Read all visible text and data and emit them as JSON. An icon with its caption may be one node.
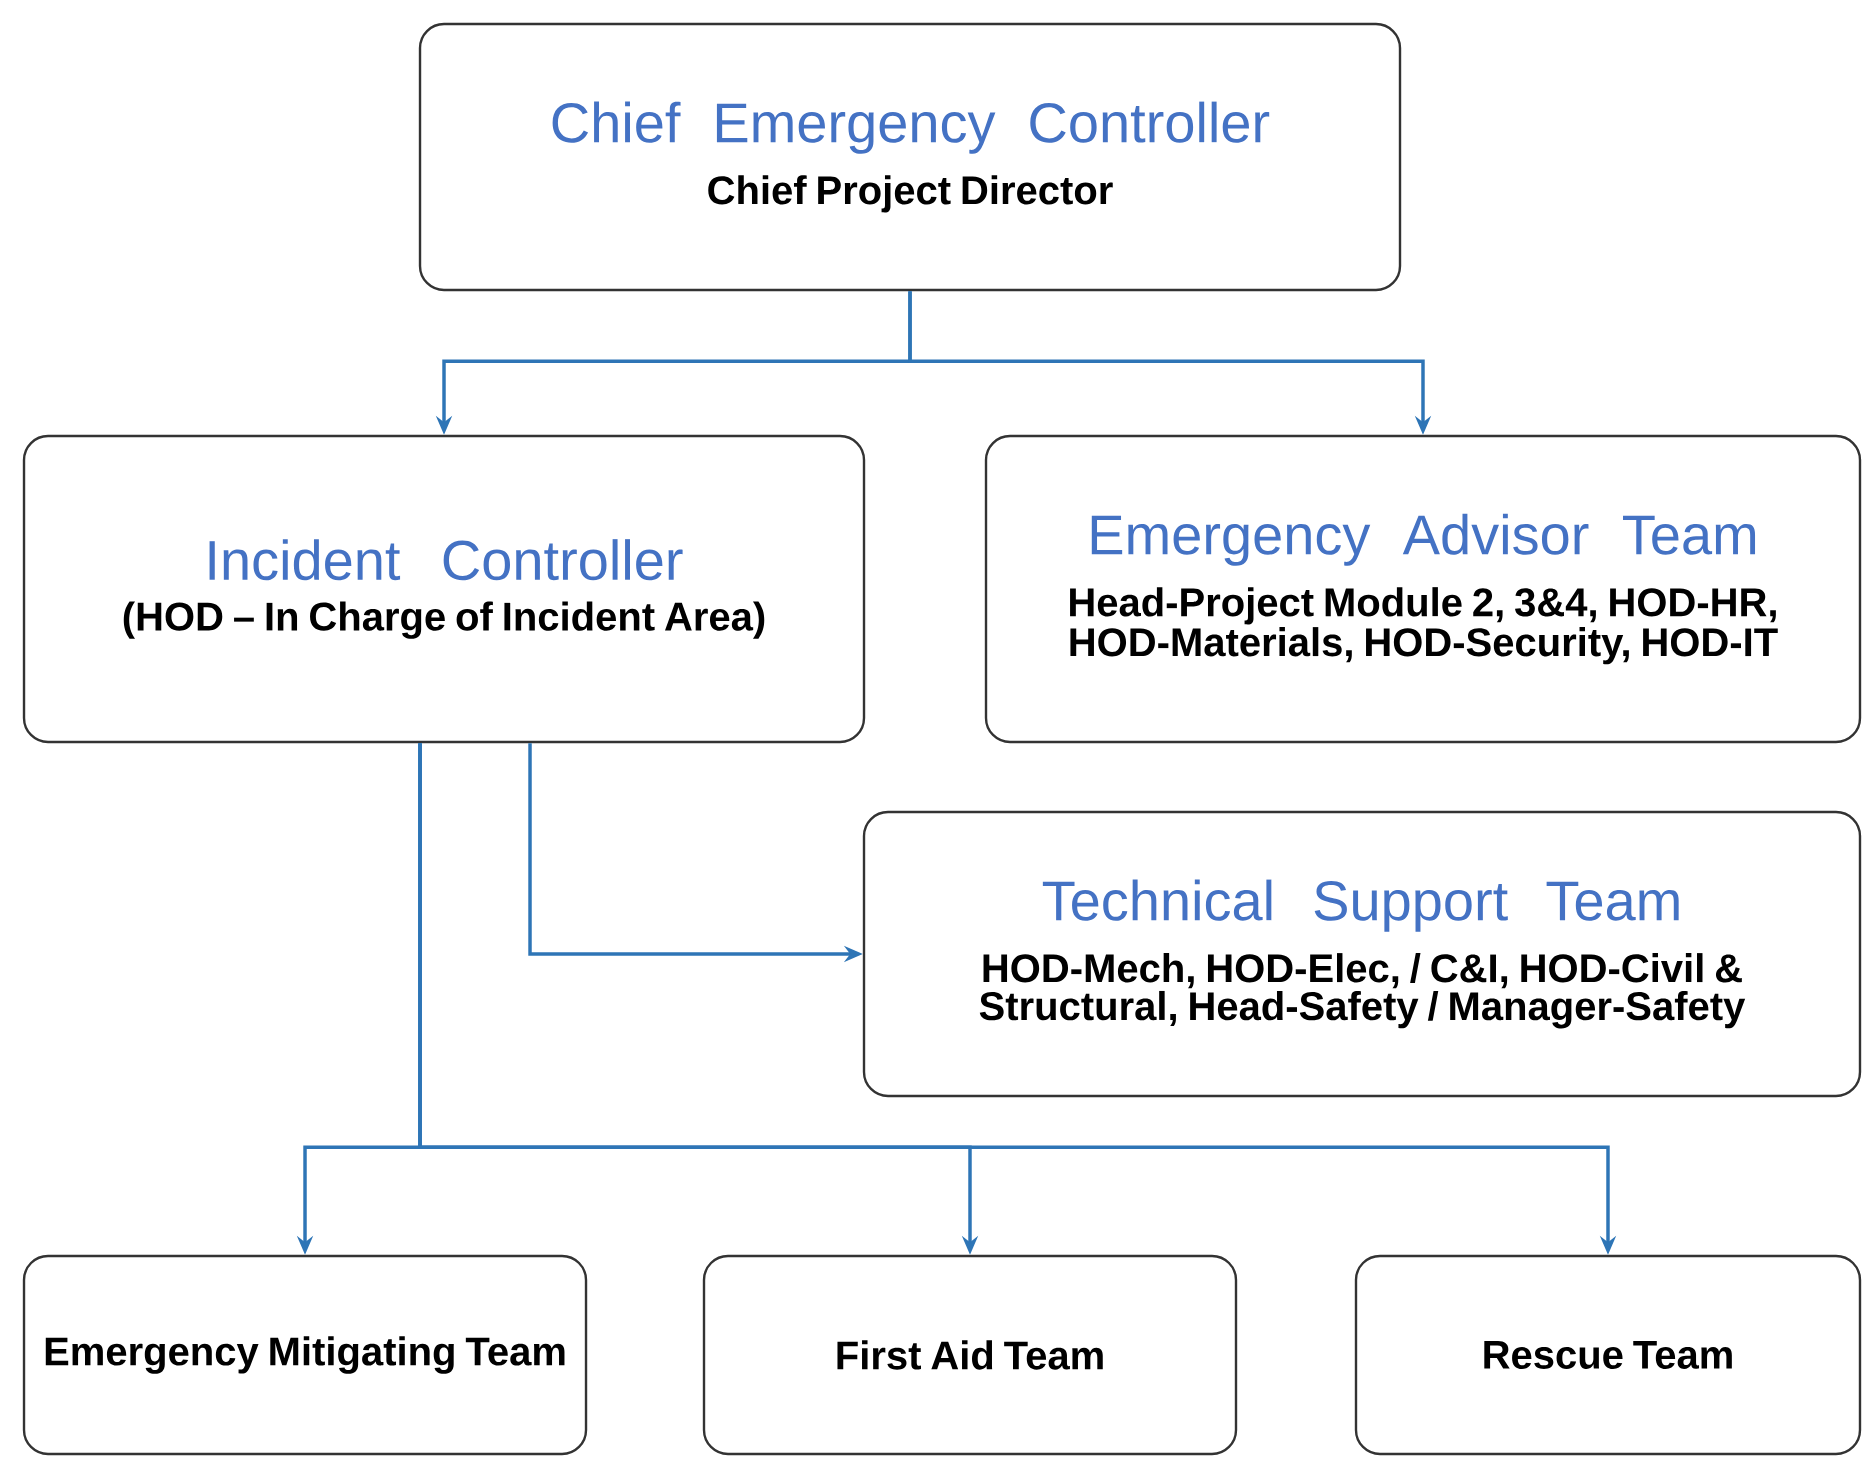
{
  "diagram": {
    "nodes": [
      {
        "text": [
          "Chief Emergency Controller",
          "Chief Project Director"
        ]
      },
      {
        "text": [
          "Incident Controller",
          "(HOD – In Charge of Incident Area)"
        ]
      },
      {
        "text": [
          "Emergency Advisor Team",
          "Head-Project Module 2, 3&4, HOD-HR, HOD-Materials, HOD-Security, HOD-IT"
        ]
      },
      {
        "text": [
          "Technical Support Team",
          "HOD-Mech, HOD-Elec, / C&I, HOD-Civil & Structural, Head-Safety / Manager-Safety"
        ]
      },
      {
        "text": [
          "Emergency Mitigating Team"
        ]
      },
      {
        "text": [
          "First Aid Team"
        ]
      },
      {
        "text": [
          "Rescue Team"
        ]
      }
    ],
    "edges": [
      {
        "from": 0,
        "to": 1,
        "arrow": "to"
      },
      {
        "from": 0,
        "to": 2,
        "arrow": "to"
      },
      {
        "from": 1,
        "to": 3,
        "arrow": "to"
      },
      {
        "from": 1,
        "to": 4,
        "arrow": "to"
      },
      {
        "from": 1,
        "to": 5,
        "arrow": "to"
      },
      {
        "from": 1,
        "to": 6,
        "arrow": "to"
      }
    ]
  }
}
